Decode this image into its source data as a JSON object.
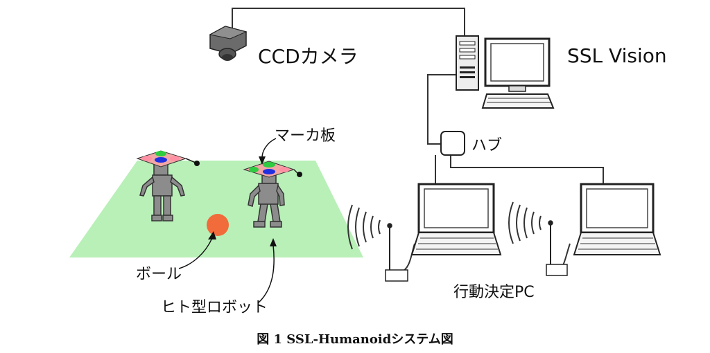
{
  "labels": {
    "camera": "CCDカメラ",
    "vision": "SSL Vision",
    "marker": "マーカ板",
    "hub": "ハブ",
    "ball": "ボール",
    "robot": "ヒト型ロボット",
    "decision_pc": "行動決定PC"
  },
  "caption": "図 1  SSL-Humanoidシステム図",
  "colors": {
    "field": "#b8f0b8",
    "ball": "#f26b3a",
    "robot": "#8c8c8c",
    "marker_pink": "#f2a6a6",
    "marker_green": "#2ecc40",
    "marker_blue": "#2030e0"
  },
  "icons": [
    "camera-icon",
    "desktop-pc-icon",
    "hub-icon",
    "laptop-icon",
    "wireless-adapter-icon",
    "wireless-signal-icon",
    "robot-icon",
    "ball-icon",
    "marker-plate-icon"
  ]
}
